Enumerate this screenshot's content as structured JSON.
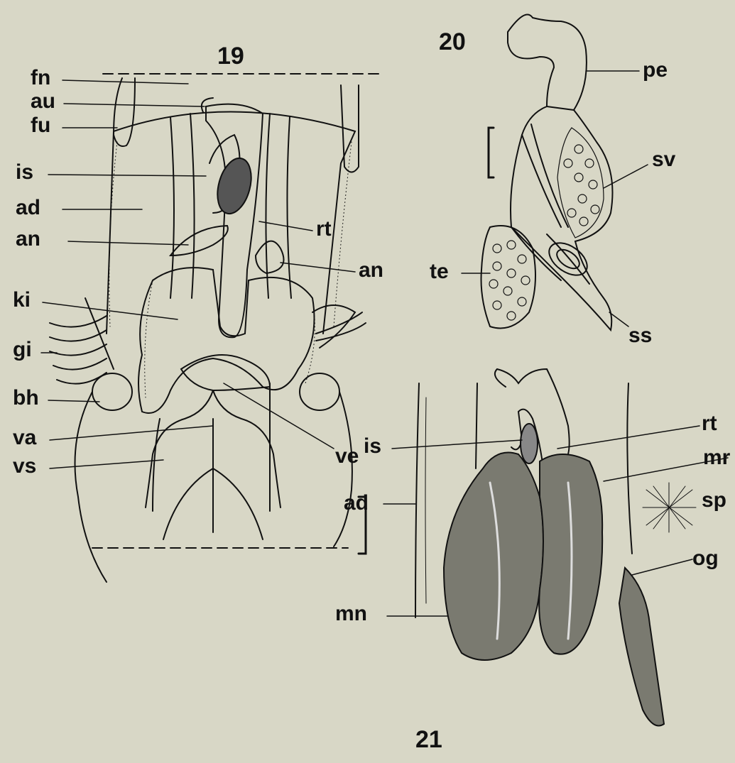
{
  "figures": [
    {
      "id": "fig19",
      "number": "19"
    },
    {
      "id": "fig20",
      "number": "20"
    },
    {
      "id": "fig21",
      "number": "21"
    }
  ],
  "labels": {
    "fig19": [
      "fn",
      "au",
      "fu",
      "is",
      "ad",
      "an",
      "rt",
      "an",
      "ki",
      "gi",
      "bh",
      "va",
      "vs",
      "ve"
    ],
    "fig20": [
      "pe",
      "sv",
      "te",
      "ss"
    ],
    "fig21": [
      "is",
      "rt",
      "mr",
      "sp",
      "ad",
      "og",
      "mn"
    ]
  },
  "colors": {
    "paper": "#d8d7c6",
    "ink": "#111111"
  }
}
